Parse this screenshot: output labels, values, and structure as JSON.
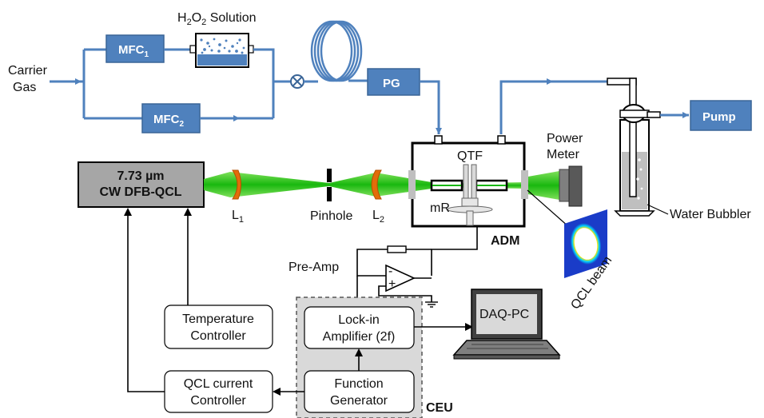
{
  "gas": {
    "carrier_gas_line1": "Carrier",
    "carrier_gas_line2": "Gas",
    "mfc1": "MFC",
    "mfc1_sub": "1",
    "mfc2": "MFC",
    "mfc2_sub": "2",
    "solution_h": "H",
    "solution_sub1": "2",
    "solution_o": "O",
    "solution_sub2": "2",
    "solution_rest": " Solution",
    "pg": "PG",
    "pump": "Pump",
    "water_bubbler": "Water Bubbler"
  },
  "optics": {
    "laser_line1": "7.73 µm",
    "laser_line2": "CW DFB-QCL",
    "lens1_main": "L",
    "lens1_sub": "1",
    "pinhole": "Pinhole",
    "lens2_main": "L",
    "lens2_sub": "2",
    "qtf": "QTF",
    "mr": "mR",
    "adm": "ADM",
    "power_meter_line1": "Power",
    "power_meter_line2": "Meter",
    "qcl_beam": "QCL beam"
  },
  "electronics": {
    "pre_amp": "Pre-Amp",
    "minus": "-",
    "plus": "+",
    "lockin_line1": "Lock-in",
    "lockin_line2": "Amplifier (2f)",
    "function_line1": "Function",
    "function_line2": "Generator",
    "ceu": "CEU",
    "daq_pc": "DAQ-PC",
    "temp_line1": "Temperature",
    "temp_line2": "Controller",
    "current_line1": "QCL current",
    "current_line2": "Controller"
  },
  "colors": {
    "pipe": "#4f81bd",
    "block_fill": "#4f81bd",
    "beam": "#2ecc1f",
    "lens": "#e36c0a",
    "laser_box": "#a6a6a6"
  }
}
